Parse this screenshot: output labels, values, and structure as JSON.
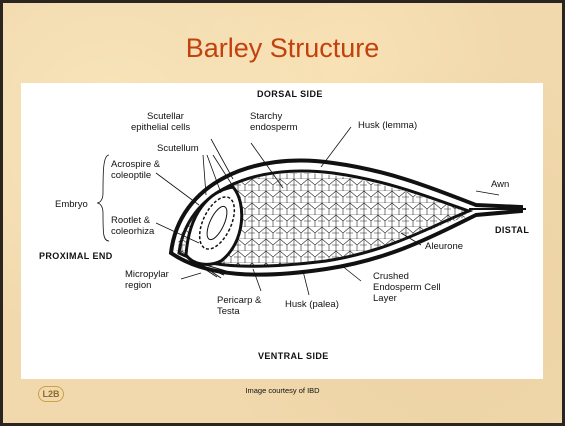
{
  "slide": {
    "title": "Barley Structure",
    "credit": "Image courtesy of IBD",
    "logo_text": "L2B"
  },
  "diagram": {
    "dorsal": "DORSAL SIDE",
    "ventral": "VENTRAL SIDE",
    "proximal": "PROXIMAL END",
    "distal": "DISTAL",
    "labels": {
      "scutellar_1": "Scutellar",
      "scutellar_2": "epithelial cells",
      "scutellum": "Scutellum",
      "starchy_1": "Starchy",
      "starchy_2": "endosperm",
      "husk_lemma": "Husk (lemma)",
      "awn": "Awn",
      "acrospire_1": "Acrospire &",
      "acrospire_2": "coleoptile",
      "embryo": "Embryo",
      "rootlet_1": "Rootlet &",
      "rootlet_2": "coleorhiza",
      "aleurone": "Aleurone",
      "micropylar_1": "Micropylar",
      "micropylar_2": "region",
      "pericarp_1": "Pericarp &",
      "pericarp_2": "Testa",
      "husk_palea": "Husk (palea)",
      "crushed_1": "Crushed",
      "crushed_2": "Endosperm Cell",
      "crushed_3": "Layer"
    }
  }
}
